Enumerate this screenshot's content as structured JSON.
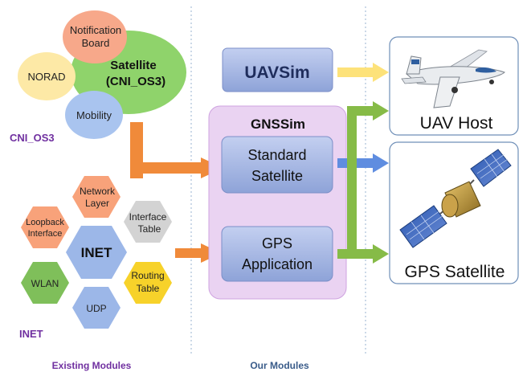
{
  "cni_os3": {
    "satellite": "Satellite",
    "satellite_sub": "(CNI_OS3)",
    "notification_line1": "Notification",
    "notification_line2": "Board",
    "norad": "NORAD",
    "mobility": "Mobility",
    "group_label": "CNI_OS3"
  },
  "inet": {
    "center": "INET",
    "network_line1": "Network",
    "network_line2": "Layer",
    "interface_line1": "Interface",
    "interface_line2": "Table",
    "loopback_line1": "Loopback",
    "loopback_line2": "Interface",
    "routing_line1": "Routing",
    "routing_line2": "Table",
    "wlan": "WLAN",
    "udp": "UDP",
    "group_label": "INET"
  },
  "modules": {
    "uavsim": "UAVSim",
    "gnssim": "GNSSim",
    "standard_line1": "Standard",
    "standard_line2": "Satellite",
    "gps_line1": "GPS",
    "gps_line2": "Application"
  },
  "outputs": {
    "uav_host": "UAV Host",
    "gps_satellite": "GPS Satellite"
  },
  "footer": {
    "existing": "Existing Modules",
    "ours": "Our Modules"
  },
  "colors": {
    "green": "#8fd36b",
    "peach": "#f7a88a",
    "light_yellow": "#fde9a6",
    "light_blue": "#a9c4ef",
    "hex_orange": "#f8a27a",
    "hex_grey": "#d3d3d3",
    "hex_yellow": "#f7d22a",
    "hex_green": "#7fbf5a",
    "hex_blue": "#9cb7e8",
    "module_blue": "#a7b8e3",
    "gnssim_bg": "#ead3f2",
    "arrow_orange": "#f08a3a",
    "arrow_yellow": "#fde27a",
    "arrow_blue": "#5f8de0",
    "arrow_green": "#86bb47",
    "purple_text": "#7030a0",
    "title_navy": "#1f2d5c",
    "label_blue": "#3a5c8a"
  },
  "icons": {
    "uav": "aircraft-icon",
    "satellite": "satellite-icon"
  }
}
